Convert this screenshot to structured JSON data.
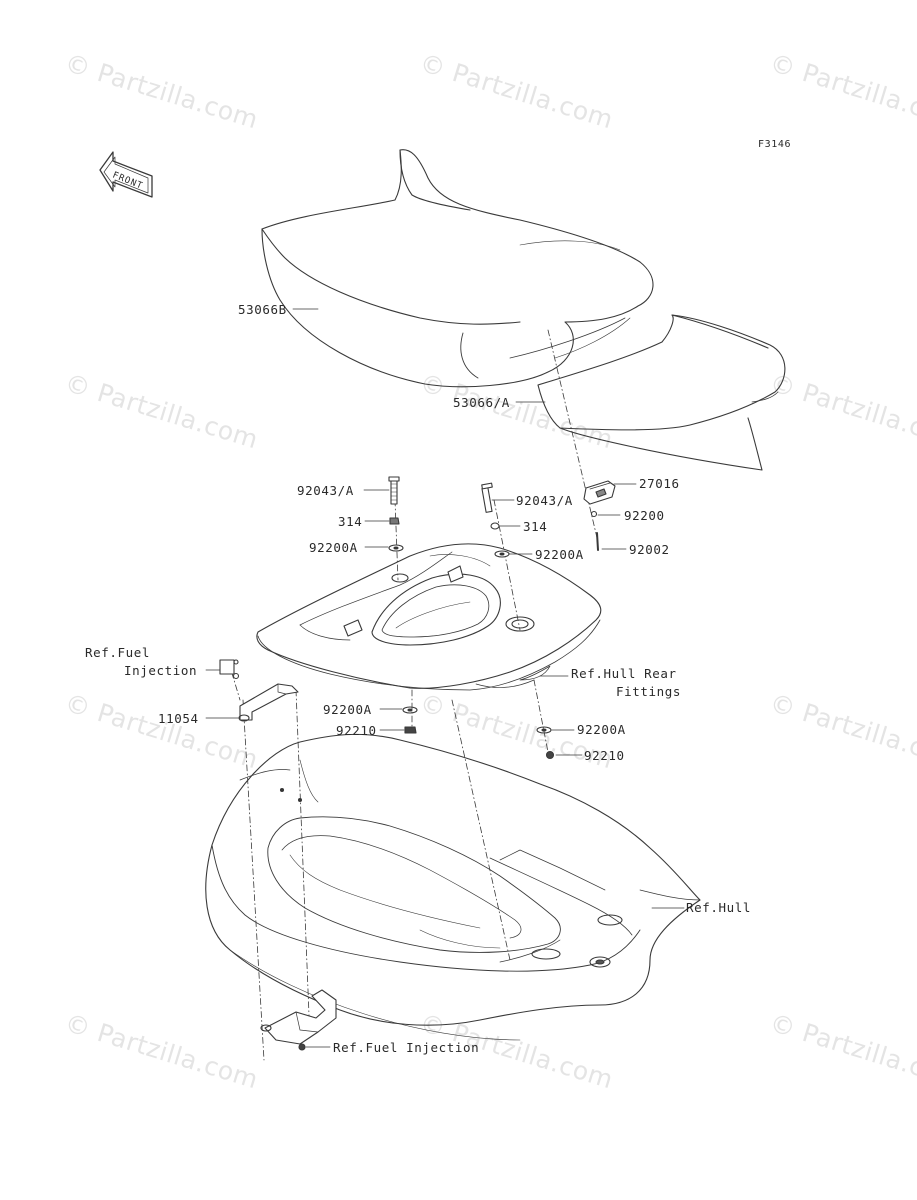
{
  "figure_id": "F3146",
  "front_arrow": "FRONT",
  "watermark": "© Partzilla.com",
  "labels": {
    "seat_front": "53066B",
    "seat_rear": "53066/A",
    "bolt_left": "92043/A",
    "bolt_right": "92043/A",
    "nut_left": "314",
    "nut_right": "314",
    "washer_left_top": "92200A",
    "washer_right_top": "92200A",
    "latch": "27016",
    "washer_latch": "92200",
    "screw_latch": "92002",
    "ref_fuel_line1": "Ref.Fuel",
    "ref_fuel_line2": "Injection",
    "bracket": "11054",
    "washer_left_bottom": "92200A",
    "nut_left_bottom": "92210",
    "ref_hull_rear_line1": "Ref.Hull Rear",
    "ref_hull_rear_line2": "Fittings",
    "washer_right_bottom": "92200A",
    "nut_right_bottom": "92210",
    "ref_hull": "Ref.Hull",
    "ref_fuel_bottom": "Ref.Fuel Injection"
  }
}
